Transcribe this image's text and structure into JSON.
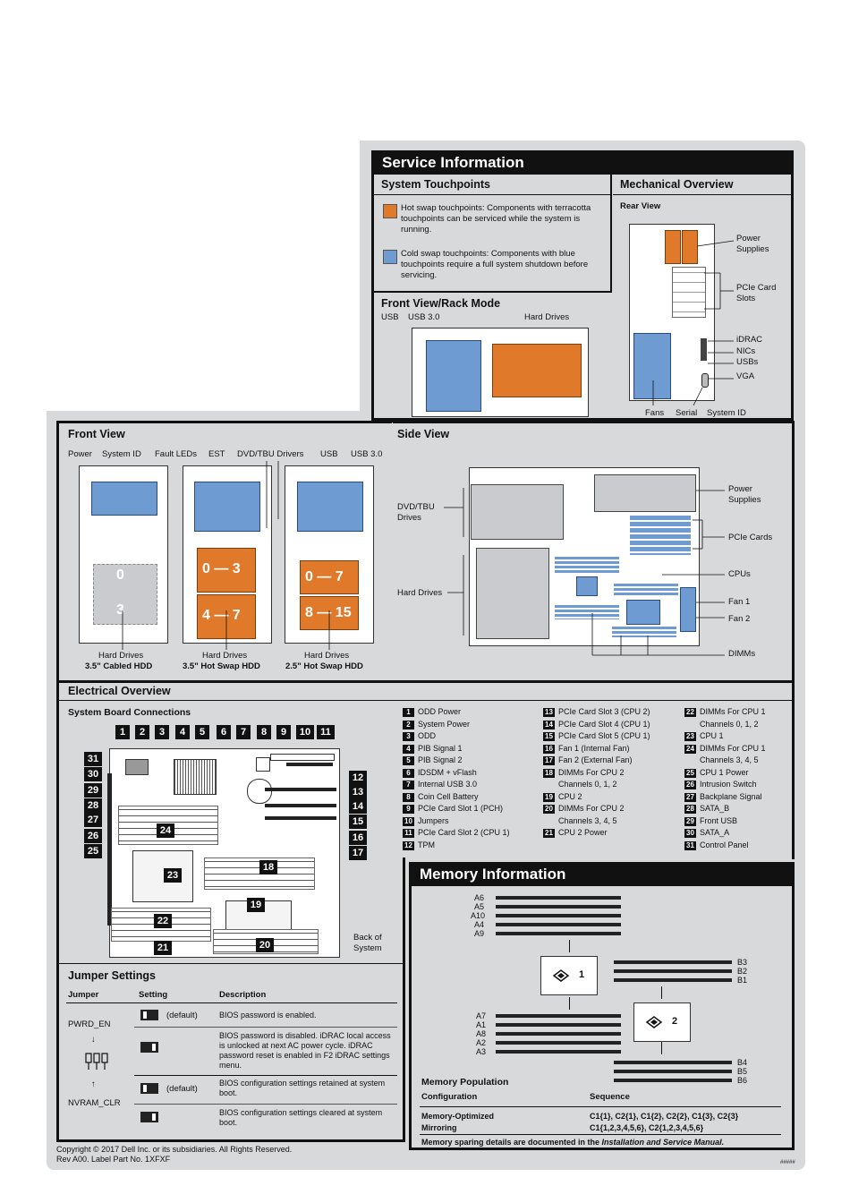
{
  "service": {
    "title": "Service Information",
    "touchpoints_title": "System Touchpoints",
    "hot_swap_text": "Hot swap touchpoints: Components with terracotta touchpoints can be serviced while the system is running.",
    "cold_swap_text": "Cold swap touchpoints: Components with blue touchpoints require a full system shutdown before servicing.",
    "colors": {
      "terracotta": "#e07a2a",
      "blue": "#6f9bd3"
    }
  },
  "mechanical": {
    "title": "Mechanical Overview",
    "rear_view_title": "Rear View",
    "rear_labels": [
      "Power Supplies",
      "PCIe Card Slots",
      "iDRAC",
      "NICs",
      "USBs",
      "VGA",
      "Fans",
      "Serial",
      "System ID"
    ]
  },
  "front_rack": {
    "title": "Front View/Rack Mode",
    "labels": {
      "usb": "USB",
      "usb3": "USB 3.0",
      "hard_drives": "Hard Drives"
    }
  },
  "front_view": {
    "title": "Front View",
    "top_labels": [
      "Power",
      "System ID",
      "Fault LEDs",
      "EST",
      "DVD/TBU Drivers",
      "USB",
      "USB 3.0"
    ],
    "towers": [
      {
        "range_top": "0",
        "range_bottom": "3",
        "caption1": "Hard Drives",
        "caption2": "3.5\" Cabled HDD"
      },
      {
        "range_top": "0 — 3",
        "range_bottom": "4 — 7",
        "caption1": "Hard Drives",
        "caption2": "3.5\" Hot Swap HDD"
      },
      {
        "range_top": "0 — 7",
        "range_bottom": "8 — 15",
        "caption1": "Hard Drives",
        "caption2": "2.5\" Hot Swap HDD"
      }
    ]
  },
  "side_view": {
    "title": "Side View",
    "left_labels": [
      "DVD/TBU Drives",
      "Hard Drives"
    ],
    "right_labels": [
      "Power Supplies",
      "PCIe Cards",
      "CPUs",
      "Fan 1",
      "Fan 2",
      "DIMMs"
    ]
  },
  "electrical": {
    "title": "Electrical Overview",
    "board_title": "System Board Connections",
    "back_label": "Back of System",
    "legend": [
      {
        "n": "1",
        "t": "ODD Power"
      },
      {
        "n": "2",
        "t": "System Power"
      },
      {
        "n": "3",
        "t": "ODD"
      },
      {
        "n": "4",
        "t": "PIB Signal 1"
      },
      {
        "n": "5",
        "t": "PIB Signal 2"
      },
      {
        "n": "6",
        "t": "IDSDM + vFlash"
      },
      {
        "n": "7",
        "t": "Internal USB 3.0"
      },
      {
        "n": "8",
        "t": "Coin Cell Battery"
      },
      {
        "n": "9",
        "t": "PCIe Card Slot 1 (PCH)"
      },
      {
        "n": "10",
        "t": "Jumpers"
      },
      {
        "n": "11",
        "t": "PCIe Card Slot 2 (CPU 1)"
      },
      {
        "n": "12",
        "t": "TPM"
      },
      {
        "n": "13",
        "t": "PCIe Card Slot 3 (CPU 2)"
      },
      {
        "n": "14",
        "t": "PCIe Card Slot 4 (CPU 1)"
      },
      {
        "n": "15",
        "t": "PCIe Card Slot 5 (CPU 1)"
      },
      {
        "n": "16",
        "t": "Fan 1 (Internal Fan)"
      },
      {
        "n": "17",
        "t": "Fan 2 (External Fan)"
      },
      {
        "n": "18",
        "t": "DIMMs For CPU 2"
      },
      {
        "n": "18b",
        "t": "Channels 0, 1, 2"
      },
      {
        "n": "19",
        "t": "CPU 2"
      },
      {
        "n": "20",
        "t": "DIMMs For CPU 2"
      },
      {
        "n": "20b",
        "t": "Channels 3, 4, 5"
      },
      {
        "n": "21",
        "t": "CPU 2 Power"
      },
      {
        "n": "22",
        "t": "DIMMs For CPU 1"
      },
      {
        "n": "22b",
        "t": "Channels 0, 1, 2"
      },
      {
        "n": "23",
        "t": "CPU 1"
      },
      {
        "n": "24",
        "t": "DIMMs For CPU 1"
      },
      {
        "n": "24b",
        "t": "Channels 3, 4, 5"
      },
      {
        "n": "25",
        "t": "CPU 1 Power"
      },
      {
        "n": "26",
        "t": "Intrusion Switch"
      },
      {
        "n": "27",
        "t": "Backplane Signal"
      },
      {
        "n": "28",
        "t": "SATA_B"
      },
      {
        "n": "29",
        "t": "Front USB"
      },
      {
        "n": "30",
        "t": "SATA_A"
      },
      {
        "n": "31",
        "t": "Control Panel"
      }
    ]
  },
  "jumpers": {
    "title": "Jumper Settings",
    "headers": [
      "Jumper",
      "Setting",
      "Description"
    ],
    "pwrd": "PWRD_EN",
    "nvram": "NVRAM_CLR",
    "default_label": "(default)",
    "rows": [
      "BIOS password is enabled.",
      "BIOS password is disabled. iDRAC local access is unlocked at next AC power cycle. iDRAC password reset is enabled in F2 iDRAC settings menu.",
      "BIOS configuration settings retained at system boot.",
      "BIOS configuration settings cleared at system boot."
    ]
  },
  "memory": {
    "title": "Memory Information",
    "cpu1_slots_top": [
      "A6",
      "A5",
      "A10",
      "A4",
      "A9"
    ],
    "cpu1_slots_bottom": [
      "A7",
      "A1",
      "A8",
      "A2",
      "A3"
    ],
    "cpu2_slots_top": [
      "B3",
      "B2",
      "B1"
    ],
    "cpu2_slots_bottom": [
      "B4",
      "B5",
      "B6"
    ],
    "cpu1_label": "1",
    "cpu2_label": "2",
    "population_title": "Memory Population",
    "headers": [
      "Configuration",
      "Sequence"
    ],
    "rows": [
      {
        "config": "Memory-Optimized",
        "seq": "C1{1}, C2{1}, C1{2}, C2{2}, C1{3}, C2{3}"
      },
      {
        "config": "Mirroring",
        "seq": "C1{1,2,3,4,5,6}, C2{1,2,3,4,5,6}"
      }
    ],
    "note_prefix": "Memory sparing details are documented in the ",
    "note_italic": "Installation and Service Manual."
  },
  "footer": {
    "copyright": "Copyright © 2017 Dell Inc. or its subsidiaries. All Rights Reserved.",
    "rev": "Rev A00. Label Part No. 1XFXF",
    "code": "#####"
  }
}
